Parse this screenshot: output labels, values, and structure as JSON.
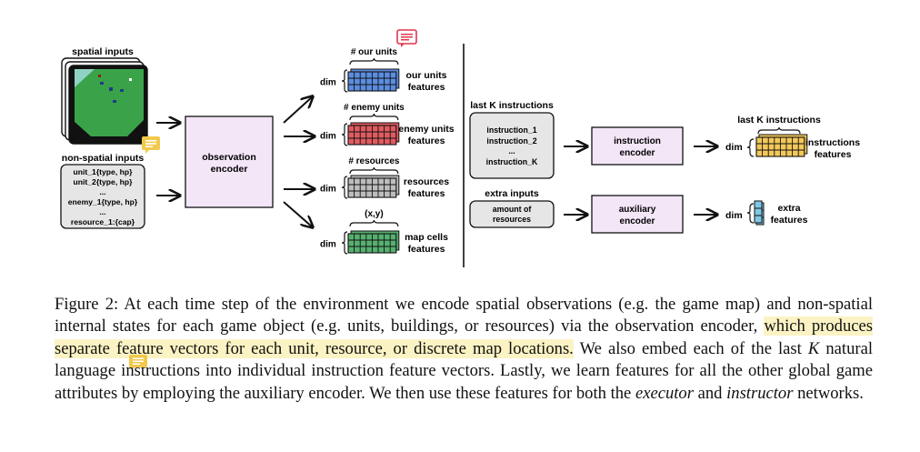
{
  "figure": {
    "spatial_inputs_label": "spatial inputs",
    "non_spatial_label": "non-spatial inputs",
    "non_spatial_lines": [
      "unit_1{type, hp}",
      "unit_2{type, hp}",
      "...",
      "enemy_1{type, hp}",
      "...",
      "resource_1:{cap}"
    ],
    "observation_encoder": [
      "observation",
      "encoder"
    ],
    "blocks": [
      {
        "top": "# our units",
        "dim": "dim",
        "label": [
          "our units",
          "features"
        ]
      },
      {
        "top": "# enemy units",
        "dim": "dim",
        "label": [
          "enemy units",
          "features"
        ]
      },
      {
        "top": "# resources",
        "dim": "dim",
        "label": [
          "resources",
          "features"
        ]
      },
      {
        "top": "(x,y)",
        "dim": "dim",
        "label": [
          "map cells",
          "features"
        ]
      }
    ],
    "last_k_label": "last K instructions",
    "instruction_lines": [
      "instruction_1",
      "instruction_2",
      "...",
      "instruction_K"
    ],
    "instruction_encoder": [
      "instruction",
      "encoder"
    ],
    "extra_inputs_label": "extra inputs",
    "extra_inputs_lines": [
      "amount of",
      "resources"
    ],
    "auxiliary_encoder": [
      "auxiliary",
      "encoder"
    ],
    "out_last_k_label": "last K instructions",
    "out_instr_dim": "dim",
    "out_instr_label": [
      "instructions",
      "features"
    ],
    "out_extra_dim": "dim",
    "out_extra_label": [
      "extra",
      "features"
    ],
    "colors": {
      "our_units": "#5b8de0",
      "enemy_units": "#e05b60",
      "resources": "#bdbdbd",
      "map_cells": "#56b070",
      "instructions": "#f3c85a",
      "extra": "#7fc8e6",
      "encoder_fill": "#f3e6f7",
      "input_box_fill": "#e6e6e6",
      "highlight": "#fbf3c4",
      "comment_icon_red": "#e0344c",
      "comment_icon_yellow": "#f2c94c"
    }
  },
  "caption": {
    "lead": "Figure 2:   At each time step of the environment we encode spatial observations (e.g.  the game map) and non-spatial internal states for each game object (e.g. units, buildings, or resources) via the observation encoder, ",
    "highlight": "which produces separate feature vectors for each unit, resource, or discrete map locations.",
    "mid": " We also embed each of the last ",
    "k": "K",
    "tail1": " natural language instructions into individual instruction feature vectors. Lastly, we learn features for all the other global game attributes by employing the auxiliary encoder. We then use these features for both the ",
    "executor": "executor",
    "and": " and ",
    "instructor": "instructor",
    "tail2": " networks."
  }
}
